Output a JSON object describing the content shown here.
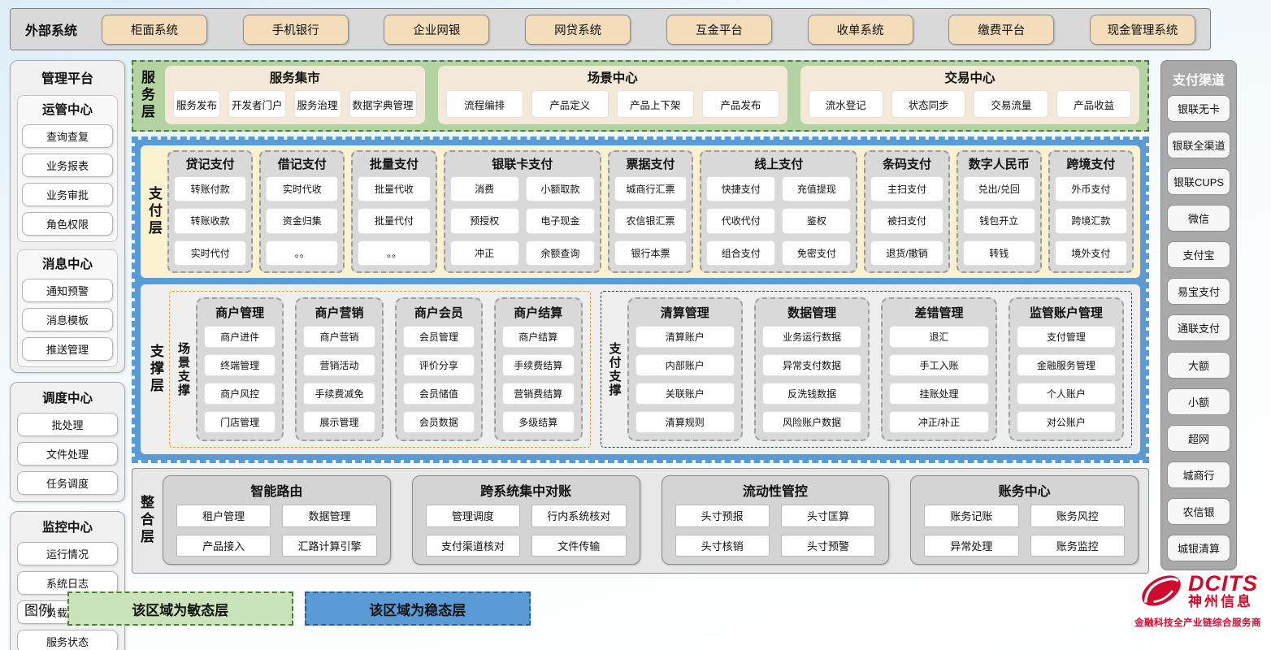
{
  "external_systems": {
    "title": "外部系统",
    "items": [
      "柜面系统",
      "手机银行",
      "企业网银",
      "网贷系统",
      "互金平台",
      "收单系统",
      "缴费平台",
      "现金管理系统"
    ]
  },
  "management_platform": {
    "title": "管理平台",
    "sections": [
      {
        "title": "运管中心",
        "items": [
          "查询查复",
          "业务报表",
          "业务审批",
          "角色权限"
        ]
      },
      {
        "title": "消息中心",
        "items": [
          "通知预警",
          "消息模板",
          "推送管理"
        ]
      },
      {
        "title": "调度中心",
        "items": [
          "批处理",
          "文件处理",
          "任务调度"
        ]
      },
      {
        "title": "监控中心",
        "items": [
          "运行情况",
          "系统日志",
          "负载情况",
          "服务状态"
        ]
      }
    ]
  },
  "service_layer": {
    "label": "服务层",
    "groups": [
      {
        "title": "服务集市",
        "items": [
          "服务发布",
          "开发者门户",
          "服务治理",
          "数据字典管理"
        ]
      },
      {
        "title": "场景中心",
        "items": [
          "流程编排",
          "产品定义",
          "产品上下架",
          "产品发布"
        ]
      },
      {
        "title": "交易中心",
        "items": [
          "流水登记",
          "状态同步",
          "交易流量",
          "产品收益"
        ]
      }
    ]
  },
  "payment_layer": {
    "label": "支付层",
    "groups": [
      {
        "title": "贷记支付",
        "cols": 1,
        "items": [
          "转账付款",
          "转账收款",
          "实时代付"
        ]
      },
      {
        "title": "借记支付",
        "cols": 1,
        "items": [
          "实时代收",
          "资金归集",
          "。。"
        ]
      },
      {
        "title": "批量支付",
        "cols": 1,
        "items": [
          "批量代收",
          "批量代付",
          "。。"
        ]
      },
      {
        "title": "银联卡支付",
        "cols": 2,
        "items": [
          "消费",
          "小额取款",
          "预授权",
          "电子现金",
          "冲正",
          "余额查询"
        ]
      },
      {
        "title": "票据支付",
        "cols": 1,
        "items": [
          "城商行汇票",
          "农信银汇票",
          "银行本票"
        ]
      },
      {
        "title": "线上支付",
        "cols": 2,
        "items": [
          "快捷支付",
          "充值提现",
          "代收代付",
          "鉴权",
          "组合支付",
          "免密支付"
        ]
      },
      {
        "title": "条码支付",
        "cols": 1,
        "items": [
          "主扫支付",
          "被扫支付",
          "退货/撤销"
        ]
      },
      {
        "title": "数字人民币",
        "cols": 1,
        "items": [
          "兑出/兑回",
          "钱包开立",
          "转钱"
        ]
      },
      {
        "title": "跨境支付",
        "cols": 1,
        "items": [
          "外币支付",
          "跨境汇款",
          "境外支付"
        ]
      }
    ]
  },
  "support_layer": {
    "label": "支撑层",
    "zones": [
      {
        "label": "场景支撑",
        "groups": [
          {
            "title": "商户管理",
            "items": [
              "商户进件",
              "终端管理",
              "商户风控",
              "门店管理"
            ]
          },
          {
            "title": "商户营销",
            "items": [
              "商户营销",
              "营销活动",
              "手续费减免",
              "展示管理"
            ]
          },
          {
            "title": "商户会员",
            "items": [
              "会员管理",
              "评价分享",
              "会员储值",
              "会员数据"
            ]
          },
          {
            "title": "商户结算",
            "items": [
              "商户结算",
              "手续费结算",
              "营销费结算",
              "多级结算"
            ]
          }
        ]
      },
      {
        "label": "支付支撑",
        "groups": [
          {
            "title": "清算管理",
            "items": [
              "清算账户",
              "内部账户",
              "关联账户",
              "清算规则"
            ]
          },
          {
            "title": "数据管理",
            "items": [
              "业务运行数据",
              "异常支付数据",
              "反洗钱数据",
              "风险账户数据"
            ]
          },
          {
            "title": "差错管理",
            "items": [
              "退汇",
              "手工入账",
              "挂账处理",
              "冲正/补正"
            ]
          },
          {
            "title": "监管账户管理",
            "items": [
              "支付管理",
              "金融服务管理",
              "个人账户",
              "对公账户"
            ]
          }
        ]
      }
    ]
  },
  "integration_layer": {
    "label": "整合层",
    "groups": [
      {
        "title": "智能路由",
        "items": [
          "租户管理",
          "数据管理",
          "产品接入",
          "汇路计算引擎"
        ]
      },
      {
        "title": "跨系统集中对账",
        "items": [
          "管理调度",
          "行内系统核对",
          "支付渠道核对",
          "文件传输"
        ]
      },
      {
        "title": "流动性管控",
        "items": [
          "头寸预报",
          "头寸匡算",
          "头寸核销",
          "头寸预警"
        ]
      },
      {
        "title": "账务中心",
        "items": [
          "账务记账",
          "账务风控",
          "异常处理",
          "账务监控"
        ]
      }
    ]
  },
  "payment_channels": {
    "title": "支付渠道",
    "items": [
      "银联无卡",
      "银联全渠道",
      "银联CUPS",
      "微信",
      "支付宝",
      "易宝支付",
      "通联支付",
      "大额",
      "小额",
      "超网",
      "城商行",
      "农信银",
      "城银清算"
    ]
  },
  "legend": {
    "label": "图例:",
    "agile": "该区域为敏态层",
    "stable": "该区域为稳态层"
  },
  "logo": {
    "name": "DCITS",
    "company": "神州信息",
    "tagline": "金融科技全产业链综合服务商"
  },
  "colors": {
    "agile_green": "#b3d3a2",
    "stable_blue": "#5b9bd5",
    "panel_gray": "#d9d9d9",
    "external_tan": "#f3ddbb",
    "brand_red": "#cf0a2c"
  }
}
